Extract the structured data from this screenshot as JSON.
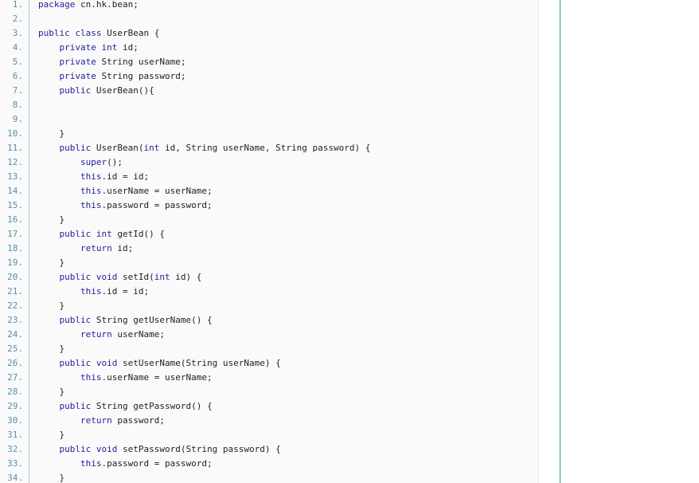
{
  "colors": {
    "keyword": "#1f1f9c",
    "line_number": "#5a8fa5",
    "text": "#222222",
    "gutter": "#9fc9d6",
    "sidebar_border": "#2a9aa8"
  },
  "code_lines": [
    {
      "n": "1.",
      "text": "package cn.hk.bean;"
    },
    {
      "n": "2.",
      "text": ""
    },
    {
      "n": "3.",
      "text": "public class UserBean {"
    },
    {
      "n": "4.",
      "text": "    private int id;"
    },
    {
      "n": "5.",
      "text": "    private String userName;"
    },
    {
      "n": "6.",
      "text": "    private String password;"
    },
    {
      "n": "7.",
      "text": "    public UserBean(){"
    },
    {
      "n": "8.",
      "text": ""
    },
    {
      "n": "9.",
      "text": ""
    },
    {
      "n": "10.",
      "text": "    }"
    },
    {
      "n": "11.",
      "text": "    public UserBean(int id, String userName, String password) {"
    },
    {
      "n": "12.",
      "text": "        super();"
    },
    {
      "n": "13.",
      "text": "        this.id = id;"
    },
    {
      "n": "14.",
      "text": "        this.userName = userName;"
    },
    {
      "n": "15.",
      "text": "        this.password = password;"
    },
    {
      "n": "16.",
      "text": "    }"
    },
    {
      "n": "17.",
      "text": "    public int getId() {"
    },
    {
      "n": "18.",
      "text": "        return id;"
    },
    {
      "n": "19.",
      "text": "    }"
    },
    {
      "n": "20.",
      "text": "    public void setId(int id) {"
    },
    {
      "n": "21.",
      "text": "        this.id = id;"
    },
    {
      "n": "22.",
      "text": "    }"
    },
    {
      "n": "23.",
      "text": "    public String getUserName() {"
    },
    {
      "n": "24.",
      "text": "        return userName;"
    },
    {
      "n": "25.",
      "text": "    }"
    },
    {
      "n": "26.",
      "text": "    public void setUserName(String userName) {"
    },
    {
      "n": "27.",
      "text": "        this.userName = userName;"
    },
    {
      "n": "28.",
      "text": "    }"
    },
    {
      "n": "29.",
      "text": "    public String getPassword() {"
    },
    {
      "n": "30.",
      "text": "        return password;"
    },
    {
      "n": "31.",
      "text": "    }"
    },
    {
      "n": "32.",
      "text": "    public void setPassword(String password) {"
    },
    {
      "n": "33.",
      "text": "        this.password = password;"
    },
    {
      "n": "34.",
      "text": "    }"
    }
  ]
}
